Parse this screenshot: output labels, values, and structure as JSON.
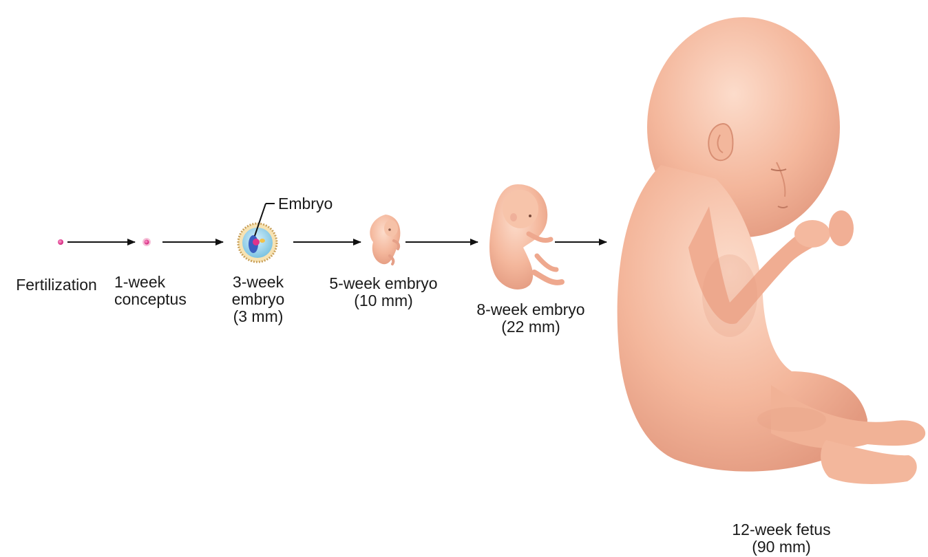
{
  "stages": [
    {
      "lines": [
        "Fertilization"
      ]
    },
    {
      "lines": [
        "1-week",
        "conceptus"
      ]
    },
    {
      "lines": [
        "3-week",
        "embryo",
        "(3 mm)"
      ]
    },
    {
      "lines": [
        "5-week embryo",
        "(10 mm)"
      ]
    },
    {
      "lines": [
        "8-week embryo",
        "(22 mm)"
      ]
    },
    {
      "lines": [
        "12-week fetus",
        "(90 mm)"
      ]
    }
  ],
  "callout": "Embryo",
  "colors": {
    "skin": "#f2b59a",
    "skin_shadow": "#d98c73",
    "skin_light": "#fbd6c3",
    "pink_cell": "#e0338a",
    "arrow": "#111111"
  }
}
